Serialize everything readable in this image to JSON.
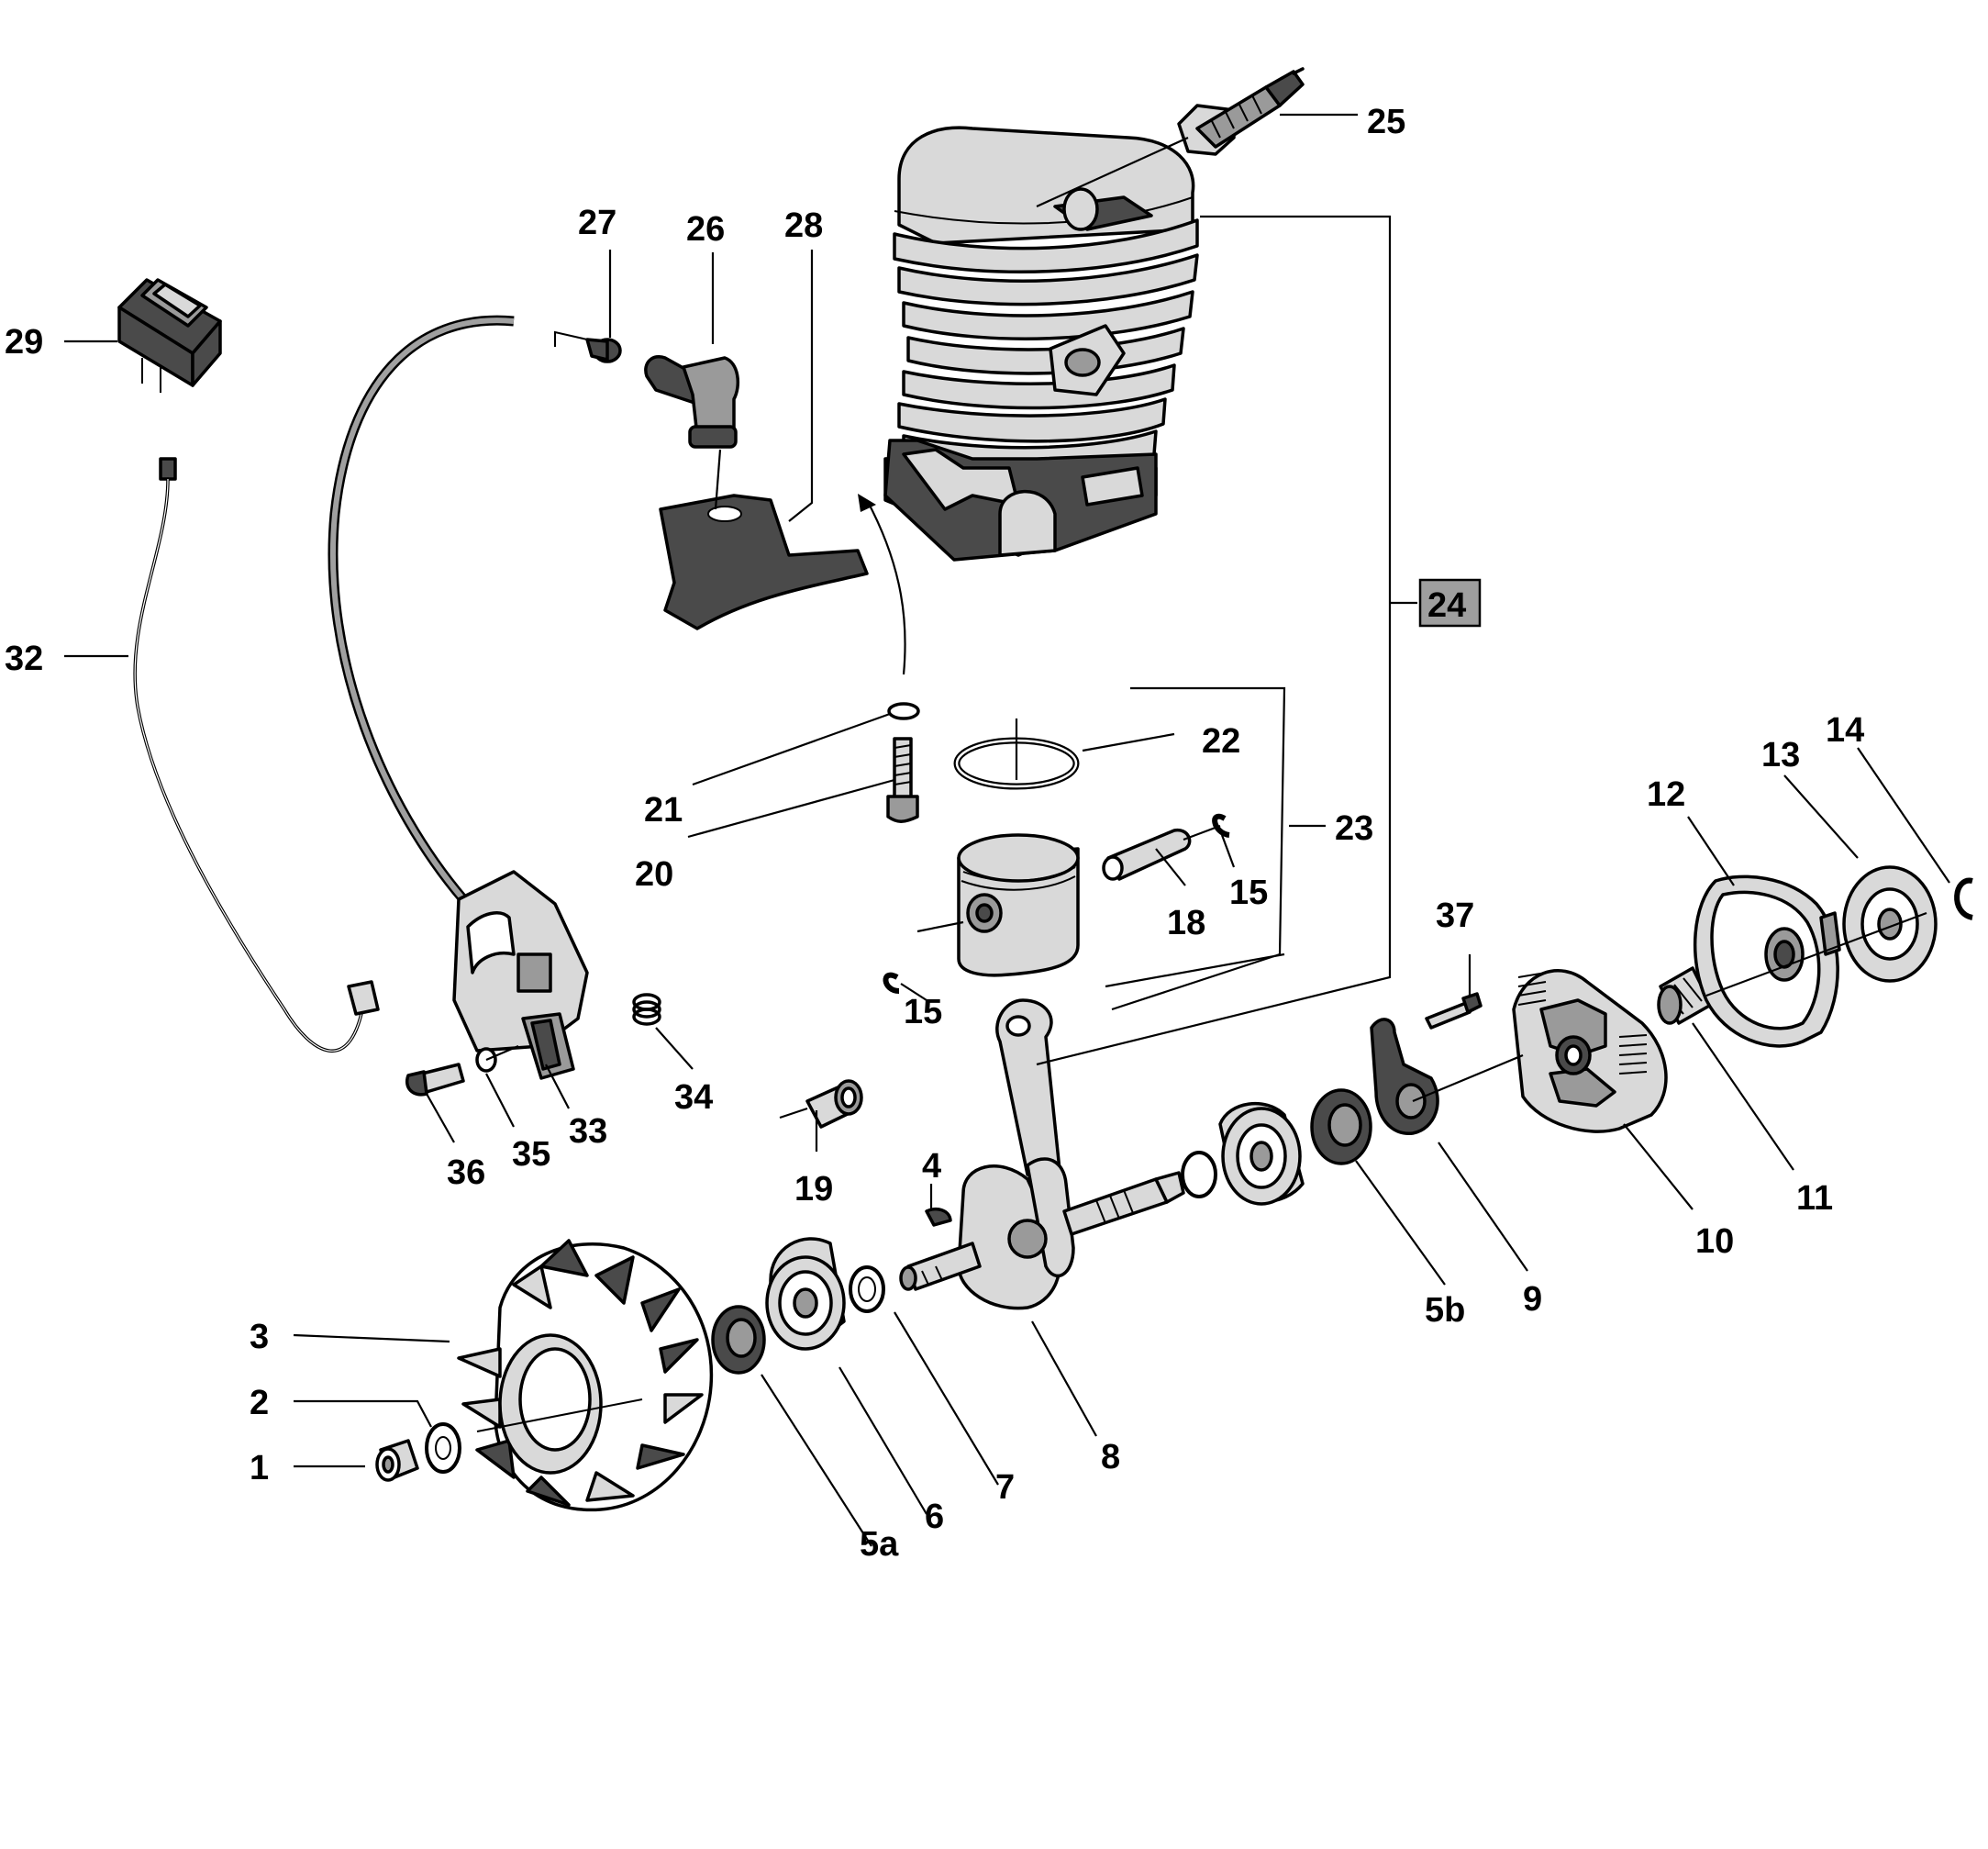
{
  "diagram": {
    "labels": [
      {
        "id": "p1",
        "text": "1"
      },
      {
        "id": "p2",
        "text": "2"
      },
      {
        "id": "p3",
        "text": "3"
      },
      {
        "id": "p4",
        "text": "4"
      },
      {
        "id": "p5a",
        "text": "5a"
      },
      {
        "id": "p5b",
        "text": "5b"
      },
      {
        "id": "p6",
        "text": "6"
      },
      {
        "id": "p7",
        "text": "7"
      },
      {
        "id": "p8",
        "text": "8"
      },
      {
        "id": "p9",
        "text": "9"
      },
      {
        "id": "p10",
        "text": "10"
      },
      {
        "id": "p11",
        "text": "11"
      },
      {
        "id": "p12",
        "text": "12"
      },
      {
        "id": "p13",
        "text": "13"
      },
      {
        "id": "p14",
        "text": "14"
      },
      {
        "id": "p15a",
        "text": "15"
      },
      {
        "id": "p15b",
        "text": "15"
      },
      {
        "id": "p18",
        "text": "18"
      },
      {
        "id": "p19",
        "text": "19"
      },
      {
        "id": "p20",
        "text": "20"
      },
      {
        "id": "p21",
        "text": "21"
      },
      {
        "id": "p22",
        "text": "22"
      },
      {
        "id": "p23",
        "text": "23"
      },
      {
        "id": "p24",
        "text": "24"
      },
      {
        "id": "p25",
        "text": "25"
      },
      {
        "id": "p26",
        "text": "26"
      },
      {
        "id": "p27",
        "text": "27"
      },
      {
        "id": "p28",
        "text": "28"
      },
      {
        "id": "p29",
        "text": "29"
      },
      {
        "id": "p32",
        "text": "32"
      },
      {
        "id": "p33",
        "text": "33"
      },
      {
        "id": "p34",
        "text": "34"
      },
      {
        "id": "p35",
        "text": "35"
      },
      {
        "id": "p36",
        "text": "36"
      },
      {
        "id": "p37",
        "text": "37"
      }
    ],
    "colors": {
      "line": "#000000",
      "light_gray": "#d9d9d9",
      "mid_gray": "#9a9a9a",
      "dark_gray": "#4a4a4a",
      "badge_fill": "#9e9e9e"
    }
  }
}
